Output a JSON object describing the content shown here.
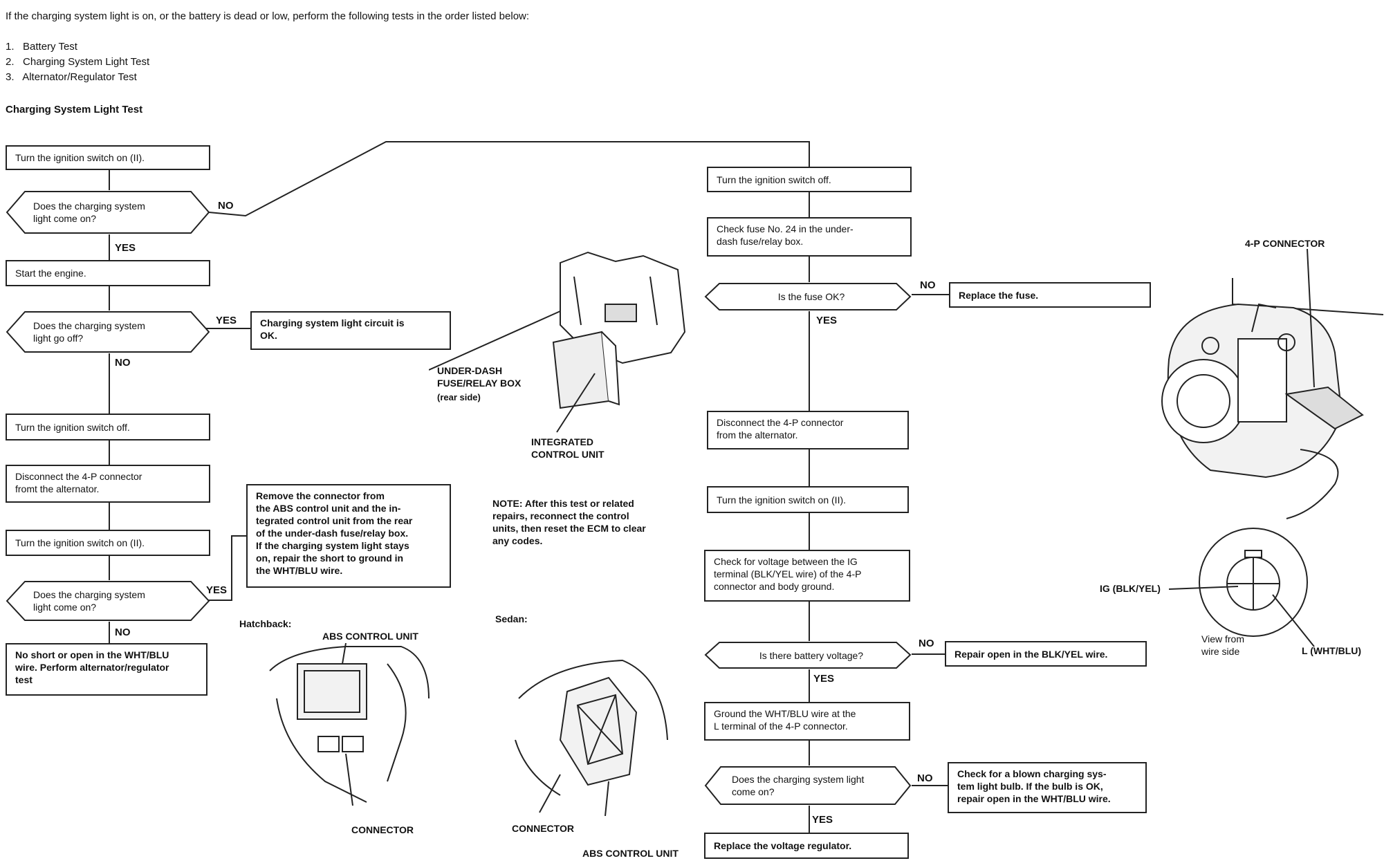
{
  "intro": "If the charging system light is on, or the battery is dead or low, perform the following tests in the order listed below:",
  "test_list": [
    {
      "num": "1.",
      "label": "Battery Test"
    },
    {
      "num": "2.",
      "label": "Charging System Light Test"
    },
    {
      "num": "3.",
      "label": "Alternator/Regulator Test"
    }
  ],
  "section_title": "Charging System Light Test",
  "left": {
    "b1": "Turn the ignition switch on (II).",
    "d1": "Does the charging system\nlight come on?",
    "b2": "Start the engine.",
    "d2": "Does the charging system\nlight go off?",
    "b_ok": "Charging system light circuit is\nOK.",
    "b3": "Turn the ignition switch off.",
    "b4": "Disconnect the 4-P connector\nfromt the alternator.",
    "b5": "Turn the ignition switch on (II).",
    "d3": "Does the charging system\nlight come on?",
    "b_remove": "Remove the         connector from\nthe ABS control unit and the in-\ntegrated control unit from the rear\nof the under-dash fuse/relay box.\nIf the charging system light stays\non, repair the short to ground in\nthe WHT/BLU wire.",
    "b_noshort": "No short or open in the WHT/BLU\nwire. Perform alternator/regulator\ntest"
  },
  "right": {
    "r1": "Turn the ignition switch off.",
    "r2": "Check fuse  No. 24 in the under-\ndash fuse/relay box.",
    "rd1": "Is the fuse OK?",
    "r_fuse": "Replace the fuse.",
    "r3": "Disconnect the 4-P connector\nfrom the alternator.",
    "r4": "Turn the ignition switch on (II).",
    "r5": "Check for voltage between the IG\nterminal (BLK/YEL wire) of the 4-P\nconnector and body ground.",
    "rd2": "Is there battery voltage?",
    "r_repair": "Repair open in the BLK/YEL wire.",
    "r6": "Ground the WHT/BLU wire at the\nL terminal of the 4-P connector.",
    "rd3": "Does the charging system light\ncome on?",
    "r_bulb": "Check for a blown charging sys-\ntem light bulb. If the bulb is OK,\nrepair open in the WHT/BLU wire.",
    "r7": "Replace the voltage regulator."
  },
  "answers": {
    "yes": "YES",
    "no": "NO"
  },
  "callouts": {
    "under_dash": "UNDER-DASH\nFUSE/RELAY BOX",
    "rear_side": "(rear side)",
    "icu": "INTEGRATED\nCONTROL UNIT",
    "note": "NOTE: After this test or related\nrepairs, reconnect the control\nunits, then reset the ECM to clear\nany codes.",
    "hatchback": "Hatchback:",
    "sedan": "Sedan:",
    "abs_control_unit": "ABS CONTROL UNIT",
    "connector": "CONNECTOR",
    "four_p_connector": "4-P CONNECTOR",
    "ig": "IG (BLK/YEL)",
    "l_terminal": "L (WHT/BLU)",
    "view_from": "View from\nwire side"
  }
}
